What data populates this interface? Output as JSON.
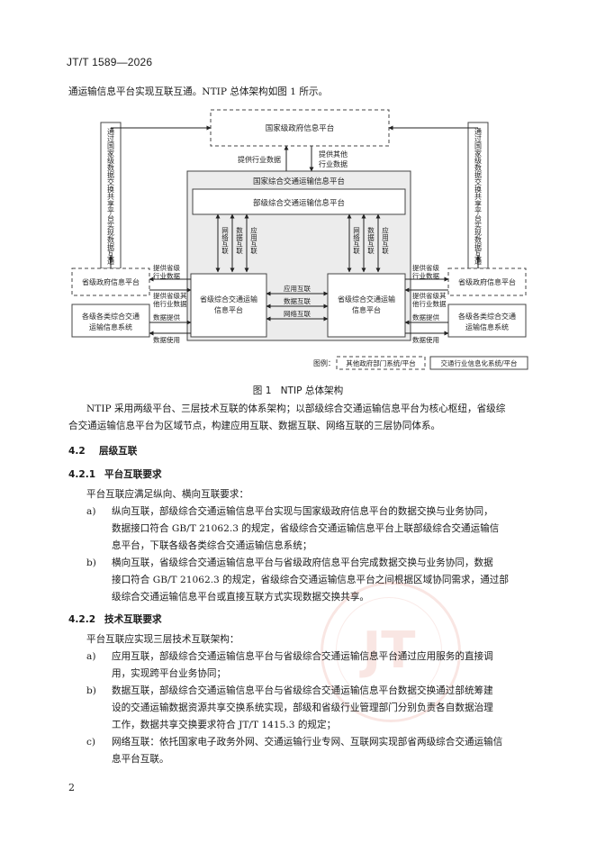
{
  "header": {
    "doc_id": "JT/T 1589—2026"
  },
  "intro_line": "通运输信息平台实现互联互通。NTIP 总体架构如图 1 所示。",
  "figure": {
    "national_platform": "国家级政府信息平台",
    "provide_industry_data": "提供行业数据",
    "provide_other_industry_data": [
      "提供其他",
      "行业数据"
    ],
    "left_side_channel": "通过国家级数据交换共享平台实现数据互通",
    "right_side_channel": "通过国家级数据交换共享平台实现数据互通",
    "outer_platform": "国家综合交通运输信息平台",
    "ministry_platform": "部级综合交通运输信息平台",
    "link_labels": [
      "网络互联",
      "数据互联",
      "应用互联"
    ],
    "provincial_platform": [
      "省级综合交通运输",
      "信息平台"
    ],
    "middle_links": [
      "应用互联",
      "数据互联",
      "网络互联"
    ],
    "prov_gov_platform": "省级政府信息平台",
    "prov_supply_industry": [
      "提供省级",
      "行业数据"
    ],
    "prov_supply_other": [
      "提供省级其",
      "他行业数据"
    ],
    "data_provide": "数据提供",
    "data_use": "数据使用",
    "all_levels_systems": [
      "各级各类综合交通",
      "运输信息系统"
    ],
    "legend_label": "图例：",
    "legend_dashed": "其他政府部门系统/平台",
    "legend_solid": "交通行业信息化系统/平台",
    "caption_num": "图 1",
    "caption_text": "NTIP 总体架构"
  },
  "para1": [
    "NTIP 采用两级平台、三层技术互联的体系架构；以部级综合交通运输信息平台为核心枢纽，省级综",
    "合交通运输信息平台为区域节点，构建应用互联、数据互联、网络互联的三层协同体系。"
  ],
  "sec_4_2": {
    "num": "4.2",
    "title": "层级互联"
  },
  "sec_4_2_1": {
    "num": "4.2.1",
    "title": "平台互联要求"
  },
  "p421_intro": "平台互联应满足纵向、横向互联要求：",
  "p421_a": {
    "marker": "a)",
    "lines": [
      "纵向互联，部级综合交通运输信息平台实现与国家级政府信息平台的数据交换与业务协同，",
      "数据接口符合 GB/T 21062.3 的规定，省级综合交通运输信息平台上联部级综合交通运输信",
      "息平台，下联各级各类综合交通运输信息系统；"
    ]
  },
  "p421_b": {
    "marker": "b)",
    "lines": [
      "横向互联，省级综合交通运输信息平台与省级政府信息平台完成数据交换与业务协同，数据",
      "接口符合 GB/T 21062.3 的规定，省级综合交通运输信息平台之间根据区域协同需求，通过部",
      "级综合交通运输信息平台或直接互联方式实现数据交换共享。"
    ]
  },
  "sec_4_2_2": {
    "num": "4.2.2",
    "title": "技术互联要求"
  },
  "p422_intro": "平台互联应实现三层技术互联架构：",
  "p422_a": {
    "marker": "a)",
    "lines": [
      "应用互联，部级综合交通运输信息平台与省级综合交通运输信息平台通过应用服务的直接调",
      "用，实现跨平台业务协同；"
    ]
  },
  "p422_b": {
    "marker": "b)",
    "lines": [
      "数据互联，部级综合交通运输信息平台与省级综合交通运输信息平台数据交换通过部统筹建",
      "设的交通运输数据资源共享交换系统实现，部级和省级行业管理部门分别负责各自数据治理",
      "工作，数据共享交换要求符合 JT/T 1415.3 的规定；"
    ]
  },
  "p422_c": {
    "marker": "c)",
    "lines": [
      "网络互联：依托国家电子政务外网、交通运输行业专网、互联网实现部省两级综合交通运输信",
      "息平台互联。"
    ]
  },
  "stamp_text": "JT",
  "page_number": "2"
}
